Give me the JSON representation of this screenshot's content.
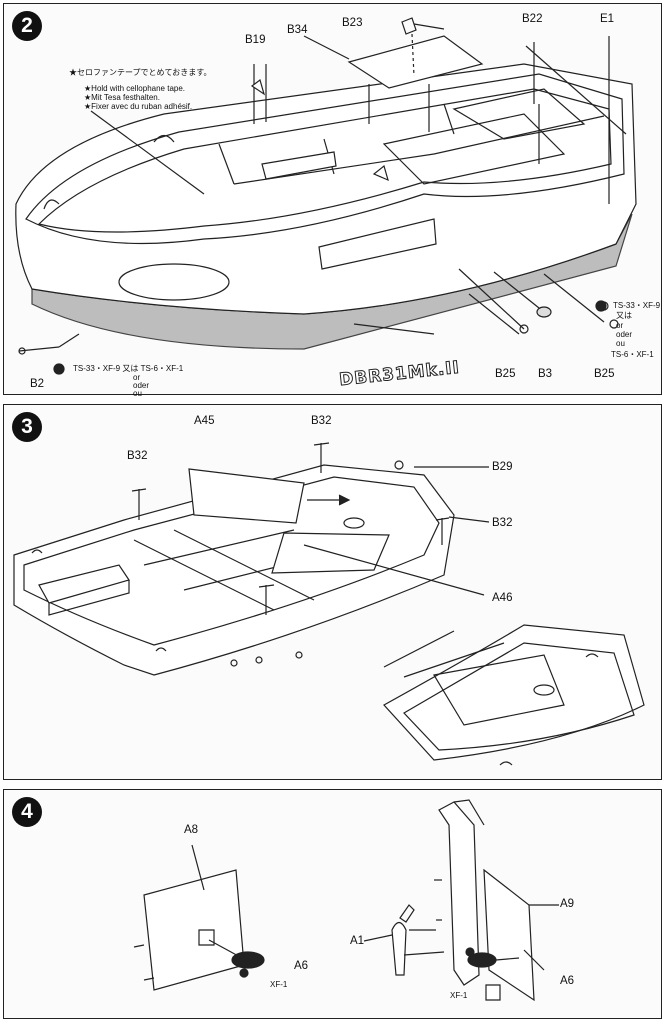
{
  "steps": [
    {
      "number": "2"
    },
    {
      "number": "3"
    },
    {
      "number": "4"
    }
  ],
  "step2": {
    "labels": {
      "b23": "B23",
      "b34": "B34",
      "b19": "B19",
      "b22": "B22",
      "e1": "E1",
      "b2": "B2",
      "b25_left": "B25",
      "b3": "B3",
      "b25_right": "B25"
    },
    "notes": [
      "★セロファンテープでとめておきます。",
      "★Hold with cellophane tape.",
      "★Mit Tesa festhalten.",
      "★Fixer avec du ruban adhésif."
    ],
    "paint_right": [
      "TS-33・XF-9",
      "又は",
      "or",
      "oder",
      "ou",
      "TS-6・XF-1"
    ],
    "paint_left": [
      "TS-33・XF-9 又は TS-6・XF-1",
      "or",
      "oder",
      "ou"
    ],
    "hull_marking": "DBR31Mk.II"
  },
  "step3": {
    "labels": {
      "a45": "A45",
      "b32_top": "B32",
      "b32_left": "B32",
      "b29": "B29",
      "b32_right": "B32",
      "a46": "A46"
    }
  },
  "step4": {
    "labels": {
      "a8": "A8",
      "a6_left": "A6",
      "a9": "A9",
      "a1": "A1",
      "a6_right": "A6"
    },
    "paint_left": "XF-1",
    "paint_right": "XF-1"
  }
}
